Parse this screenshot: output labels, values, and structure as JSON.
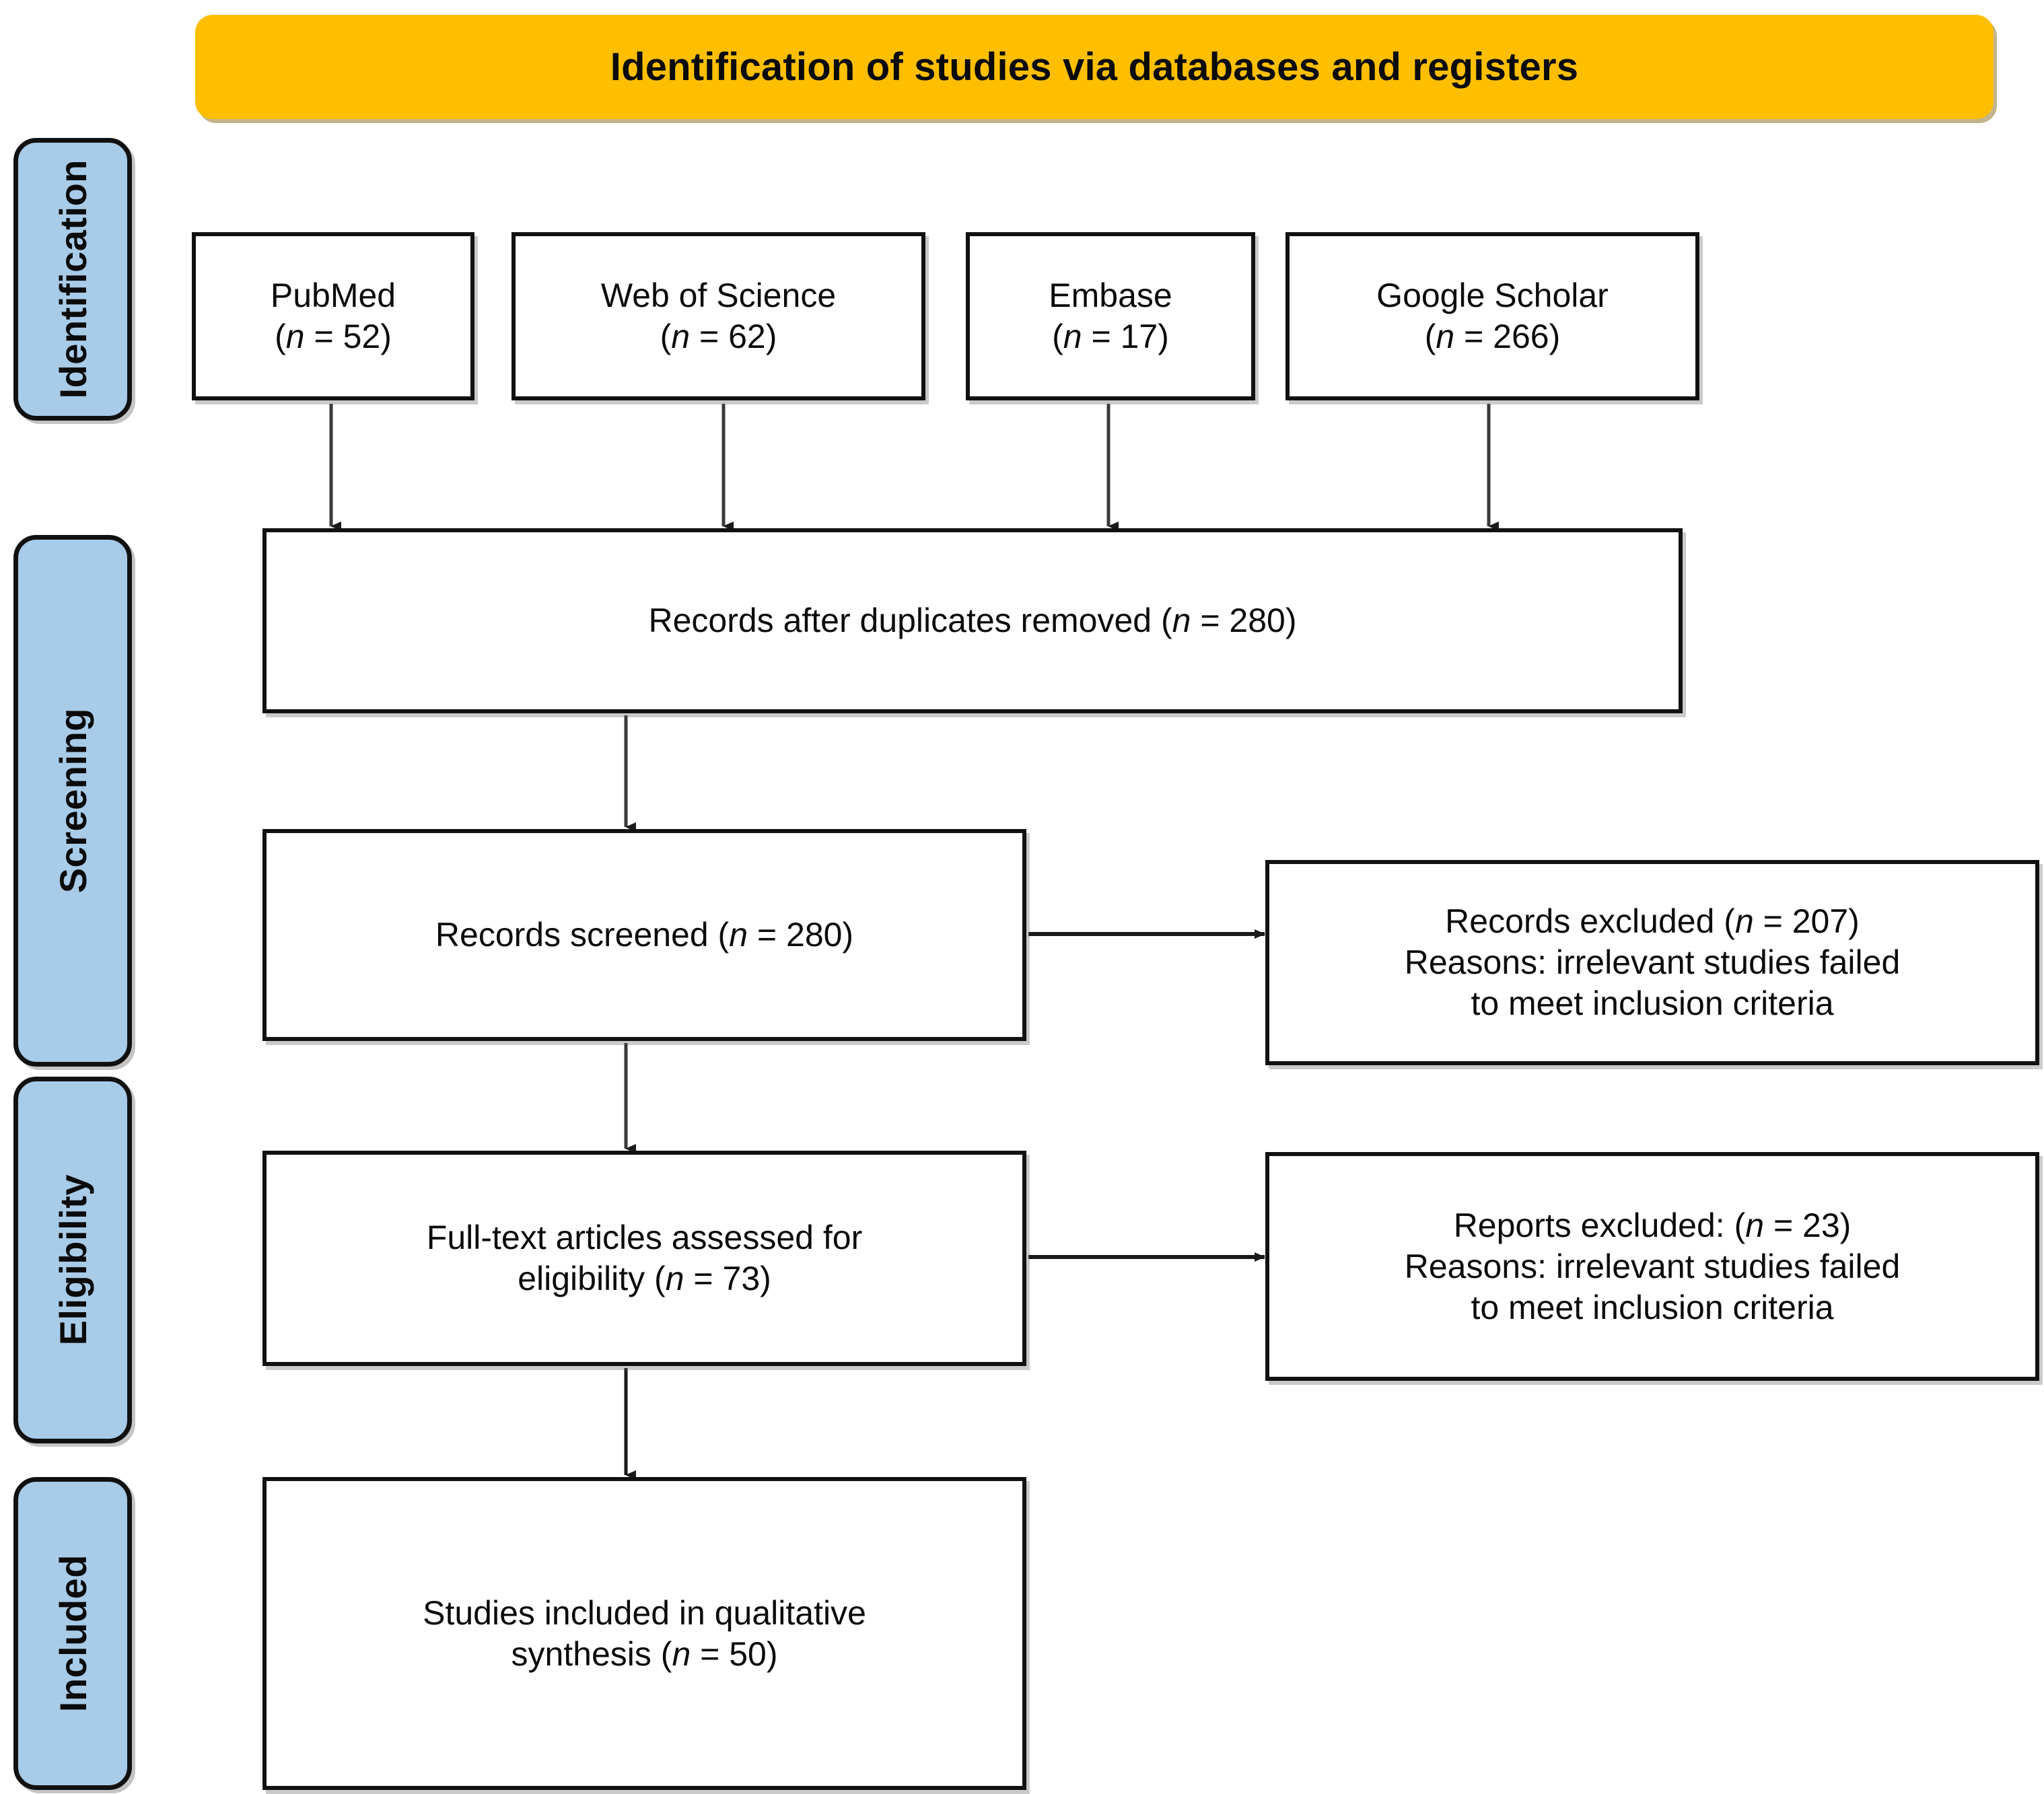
{
  "banner": {
    "title": "Identification of studies via databases and registers",
    "color": "#FFBF00"
  },
  "stages": [
    {
      "key": "identification",
      "label": "Identification"
    },
    {
      "key": "screening",
      "label": "Screening"
    },
    {
      "key": "eligibility",
      "label": "Eligibility"
    },
    {
      "key": "included",
      "label": "Included"
    }
  ],
  "stage_pill_color": "#A8CBE8",
  "sources": [
    {
      "name": "PubMed",
      "count_label": "(n = 52)",
      "n": 52,
      "text": "PubMed\n(n = 52)"
    },
    {
      "name": "Web of Science",
      "count_label": "(n = 62)",
      "n": 62,
      "text": "Web of Science\n(n = 62)"
    },
    {
      "name": "Embase",
      "count_label": "(n = 17)",
      "n": 17,
      "text": "Embase\n(n = 17)"
    },
    {
      "name": "Google Scholar",
      "count_label": "(n = 266)",
      "n": 266,
      "text": "Google Scholar\n(n = 266)"
    }
  ],
  "flow": {
    "duplicates_removed": {
      "text": "Records after duplicates removed (n = 280)",
      "n": 280
    },
    "records_screened": {
      "text": "Records screened (n = 280)",
      "n": 280
    },
    "records_excluded": {
      "text": "Records excluded (n = 207)\nReasons: irrelevant studies failed\nto meet inclusion criteria",
      "n": 207,
      "reason": "Reasons: irrelevant studies failed to meet inclusion criteria"
    },
    "full_text_assessed": {
      "text": "Full-text articles assessed for\neligibility (n = 73)",
      "n": 73
    },
    "reports_excluded": {
      "text": "Reports excluded: (n = 23)\nReasons: irrelevant studies failed\nto meet inclusion criteria",
      "n": 23,
      "reason": "Reasons: irrelevant studies failed to meet inclusion criteria"
    },
    "studies_included": {
      "text": "Studies included in qualitative\nsynthesis (n = 50)",
      "n": 50
    }
  },
  "colors": {
    "banner": "#FFBF00",
    "stage_pill": "#A8CBE8",
    "box_border": "#111111",
    "text": "#0b0b0b",
    "connector": "#333333"
  }
}
